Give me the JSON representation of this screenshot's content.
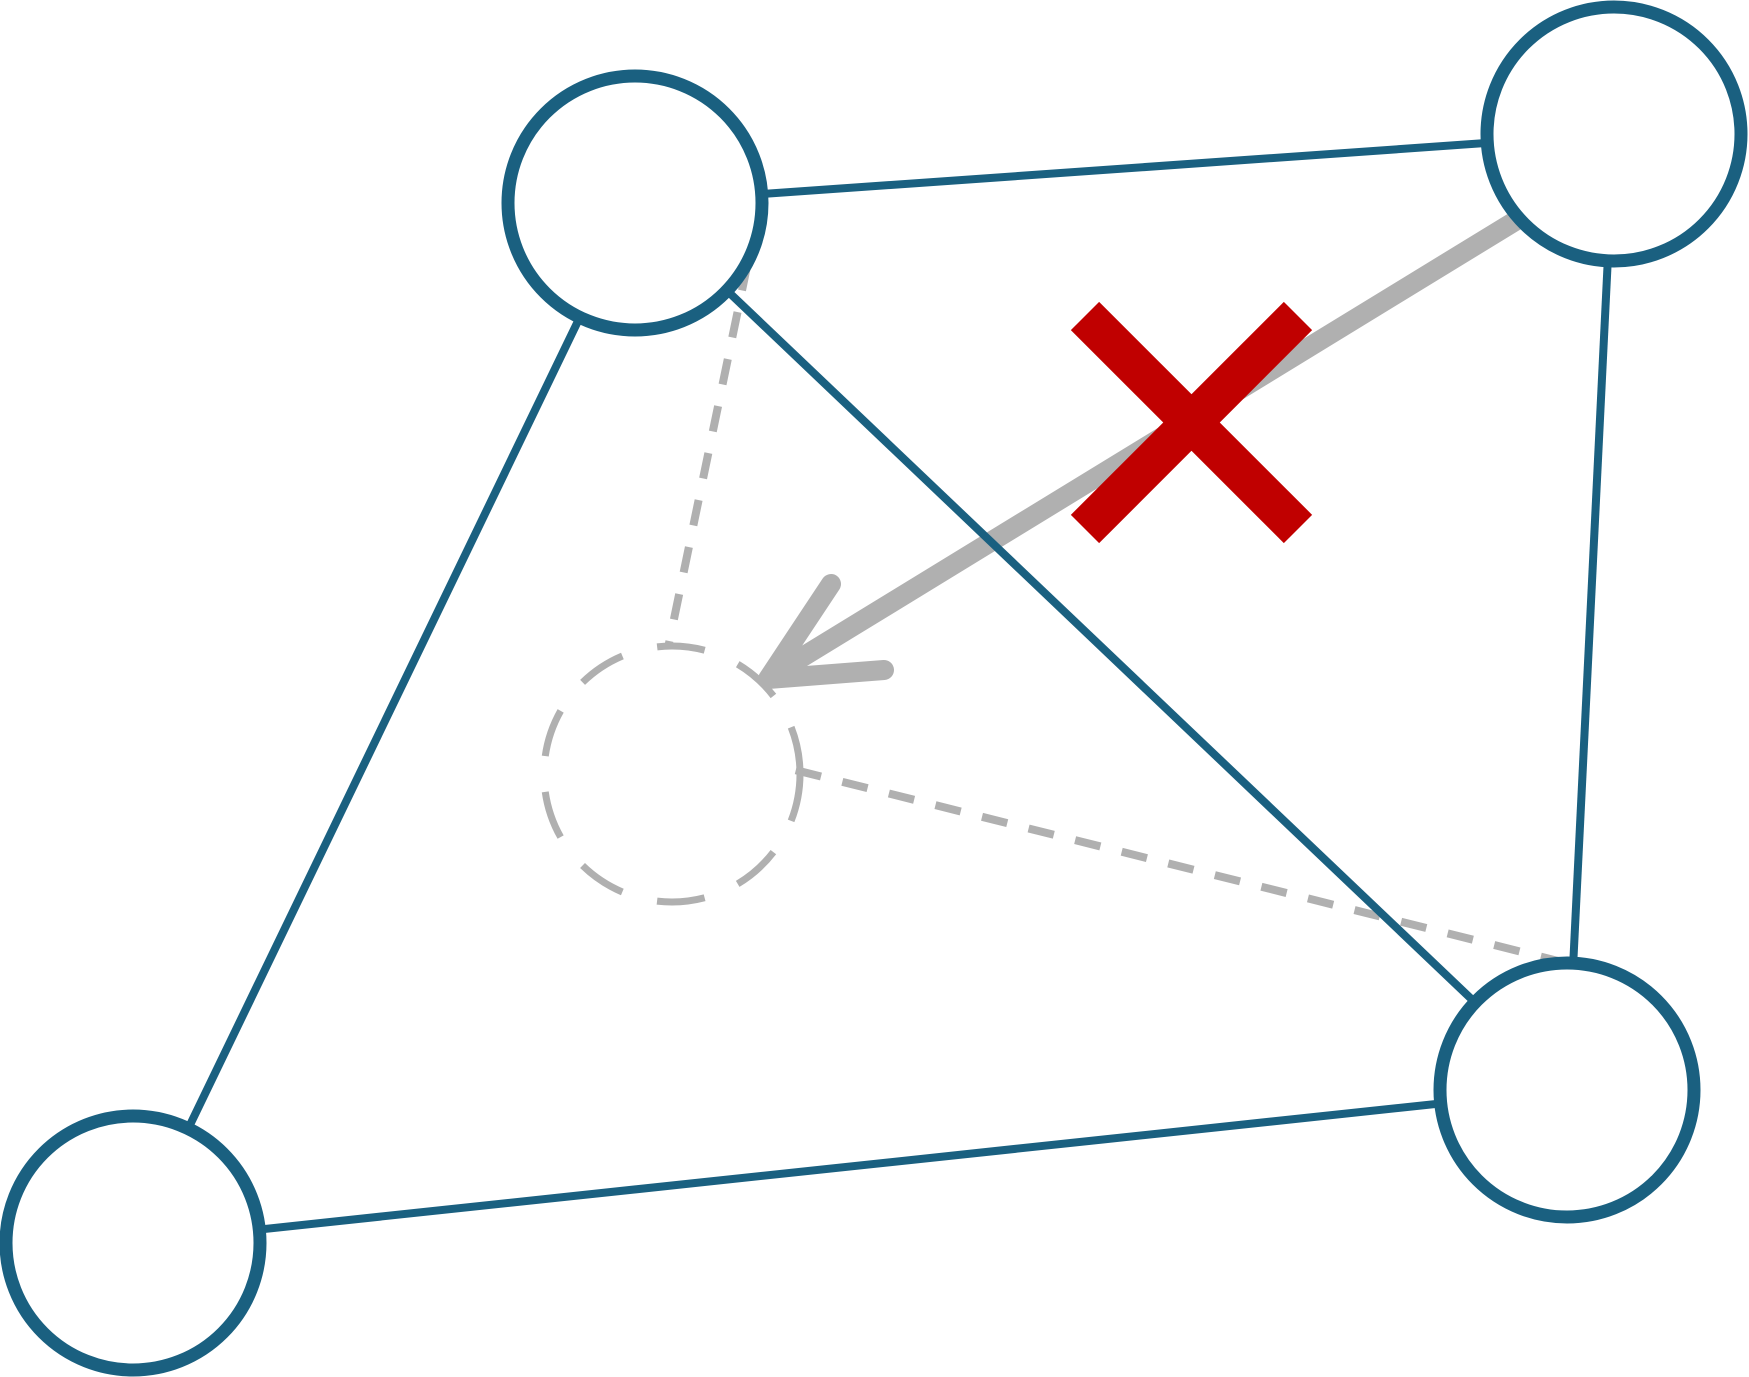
{
  "diagram": {
    "nodes": [
      "top-middle",
      "top-right",
      "bottom-left",
      "bottom-right"
    ],
    "edges": [
      [
        "top-middle",
        "top-right"
      ],
      [
        "top-right",
        "bottom-right"
      ],
      [
        "bottom-left",
        "bottom-right"
      ],
      [
        "bottom-left",
        "top-middle"
      ],
      [
        "top-middle",
        "bottom-right"
      ]
    ],
    "rejected_move": {
      "from": "top-right",
      "to": "ghost-node",
      "rejected": true
    },
    "ghost_edges": [
      [
        "top-middle",
        "ghost-node"
      ],
      [
        "bottom-right",
        "ghost-node"
      ]
    ]
  },
  "colors": {
    "edge": "#1a6080",
    "node_fill": "#ffffff",
    "ghost": "#b0b0b0",
    "cross": "#c00000",
    "background": "#ffffff"
  },
  "icons": {
    "rejection_mark": "cross-icon",
    "move_indicator": "arrow-icon"
  }
}
